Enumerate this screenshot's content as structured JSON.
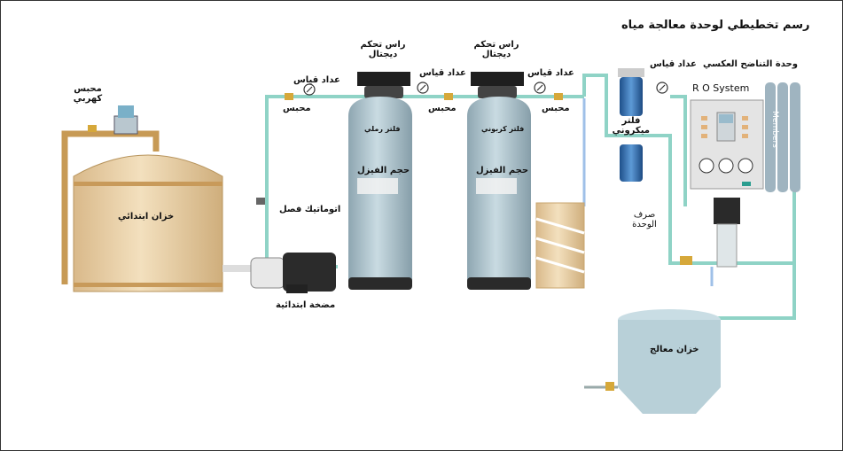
{
  "title": "رسم تخطيطي لوحدة معالجة مياه",
  "labels": {
    "valve_electric": "محبس كهربي",
    "raw_tank": "خزان ابتدائي",
    "pump": "مضخة ابتدائية",
    "auto_cutoff": "اتوماتيك فصل",
    "meter1": "عداد قياس",
    "valve1": "محبس",
    "head1": "راس تحكم ديجتال",
    "sand_filter": "فلتر رملي",
    "volume1": "حجم الفيزل",
    "meter2": "عداد قياس",
    "valve2": "محبس",
    "head2": "راس تحكم ديجتال",
    "carbon_filter": "فلتر كربوني",
    "volume2": "حجم الفيزل",
    "meter3": "عداد قياس",
    "valve3": "محبس",
    "micron_filter": "فلتر ميكروني",
    "meter4": "عداد قياس",
    "ro_unit": "وحدة التناضح العكسي",
    "ro_system": "R O System",
    "members": "Members",
    "drain": "صرف الوحدة",
    "treated_tank": "خزان معالج"
  },
  "colors": {
    "pipe": "#8fd3c6",
    "tank": "#e9cfa0",
    "vessel": "#a9bfc9",
    "filter_blue": "#2f6fb3",
    "treated_tank": "#b8d0d8"
  }
}
